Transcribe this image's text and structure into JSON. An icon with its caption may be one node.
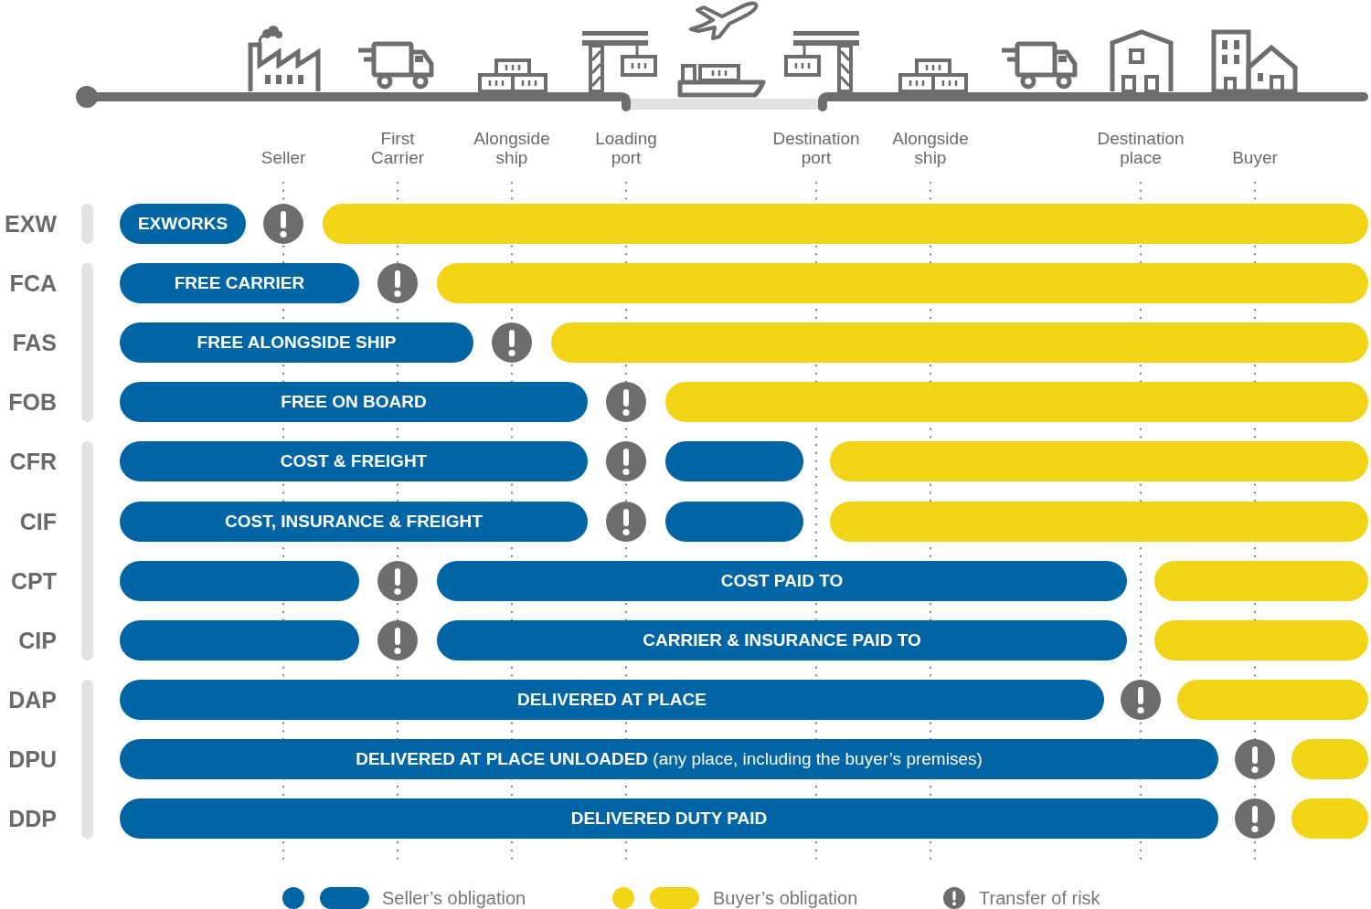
{
  "diagram": {
    "nodes": [
      {
        "text": [
          "EXWORKS"
        ]
      },
      {
        "text": [],
        "shape": "bar"
      },
      {
        "text": [
          "FREE CARRIER"
        ]
      },
      {
        "text": [],
        "shape": "bar"
      },
      {
        "text": [
          "FREE ALONGSIDE SHIP"
        ]
      },
      {
        "text": [],
        "shape": "bar"
      },
      {
        "text": [
          "FREE ON BOARD"
        ]
      },
      {
        "text": [],
        "shape": "bar"
      },
      {
        "text": [
          "COST & FREIGHT"
        ]
      },
      {
        "text": [],
        "shape": "bar"
      },
      {
        "text": [],
        "shape": "bar"
      },
      {
        "text": [
          "COST, INSURANCE & FREIGHT"
        ]
      },
      {
        "text": [],
        "shape": "bar"
      },
      {
        "text": [],
        "shape": "bar"
      },
      {
        "text": [],
        "shape": "bar"
      },
      {
        "text": [
          "COST PAID TO"
        ]
      },
      {
        "text": [],
        "shape": "bar"
      },
      {
        "text": [],
        "shape": "bar"
      },
      {
        "text": [
          "CARRIER & INSURANCE PAID TO"
        ]
      },
      {
        "text": [],
        "shape": "bar"
      },
      {
        "text": [
          "DELIVERED AT PLACE"
        ]
      },
      {
        "text": [],
        "shape": "bar"
      },
      {
        "text": [
          "**DELIVERED AT PLACE UNLOADED** (any place, including the buyer’s premises)"
        ]
      },
      {
        "text": [],
        "shape": "bar"
      },
      {
        "text": [
          "DELIVERED DUTY PAID"
        ]
      },
      {
        "text": [],
        "shape": "bar"
      }
    ],
    "labels": [
      "Seller",
      "First Carrier",
      "Alongside ship",
      "Loading port",
      "Destination port",
      "Alongside ship",
      "Destination place",
      "Buyer",
      "EXW",
      "FCA",
      "FAS",
      "FOB",
      "CFR",
      "CIF",
      "CPT",
      "CIP",
      "DAP",
      "DPU",
      "DDP"
    ],
    "legend": [
      {
        "text": "Seller’s obligation",
        "color": "#0065a4"
      },
      {
        "text": "Buyer’s obligation",
        "color": "#f2d416"
      },
      {
        "text": "Transfer of risk"
      }
    ]
  }
}
